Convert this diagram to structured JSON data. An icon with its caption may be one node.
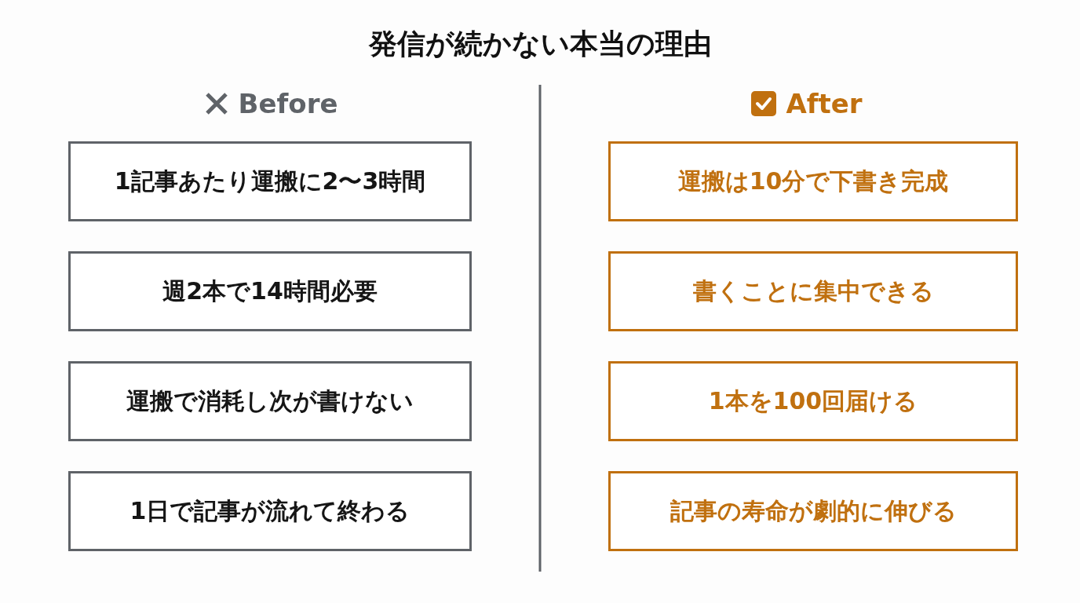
{
  "diagram": {
    "title": "発信が続かない本当の理由",
    "nodes": [
      {
        "text": [
          "1記事あたり運搬に2〜3時間"
        ]
      },
      {
        "text": [
          "週2本で14時間必要"
        ]
      },
      {
        "text": [
          "運搬で消耗し次が書けない"
        ]
      },
      {
        "text": [
          "1日で記事が流れて終わる"
        ]
      },
      {
        "text": [
          "運搬は10分で下書き完成"
        ]
      },
      {
        "text": [
          "書くことに集中できる"
        ]
      },
      {
        "text": [
          "1本を100回届ける"
        ]
      },
      {
        "text": [
          "記事の寿命が劇的に伸びる"
        ]
      }
    ],
    "labels": [
      "Before",
      "After"
    ]
  }
}
